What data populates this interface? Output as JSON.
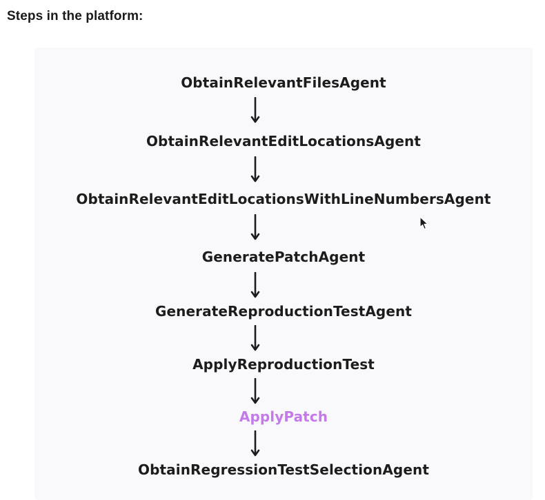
{
  "heading": "Steps in the platform:",
  "colors": {
    "step_text": "#1c1c1c",
    "highlight_text": "#c47ae8",
    "arrow": "#1c1c1c",
    "panel_background": "#f9f9fb"
  },
  "steps": [
    {
      "label": "ObtainRelevantFilesAgent",
      "highlighted": false
    },
    {
      "label": "ObtainRelevantEditLocationsAgent",
      "highlighted": false
    },
    {
      "label": "ObtainRelevantEditLocationsWithLineNumbersAgent",
      "highlighted": false
    },
    {
      "label": "GeneratePatchAgent",
      "highlighted": false
    },
    {
      "label": "GenerateReproductionTestAgent",
      "highlighted": false
    },
    {
      "label": "ApplyReproductionTest",
      "highlighted": false
    },
    {
      "label": "ApplyPatch",
      "highlighted": true
    },
    {
      "label": "ObtainRegressionTestSelectionAgent",
      "highlighted": false
    }
  ],
  "cursor_icon": "mouse-pointer-icon"
}
